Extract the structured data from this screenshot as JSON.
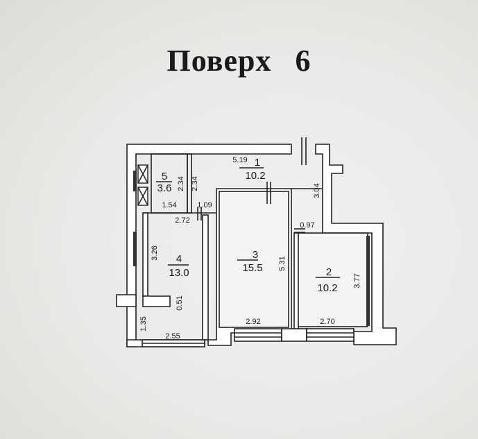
{
  "title": "Поверх    6",
  "rooms": [
    {
      "number": "1",
      "area": "10.2"
    },
    {
      "number": "2",
      "area": "10.2"
    },
    {
      "number": "3",
      "area": "15.5"
    },
    {
      "number": "4",
      "area": "13.0"
    },
    {
      "number": "5",
      "area": "3.6"
    }
  ],
  "dimensions": {
    "d519": "5.19",
    "d304": "3.04",
    "d097": "0.97",
    "d154": "1.54",
    "d109": "1.09",
    "d272": "2.72",
    "d234a": "2.34",
    "d234b": "2.34",
    "d326": "3.26",
    "d531": "5.31",
    "d377": "3.77",
    "d051": "0.51",
    "d135": "1.35",
    "d255": "2.55",
    "d292": "2.92",
    "d270": "2.70"
  }
}
